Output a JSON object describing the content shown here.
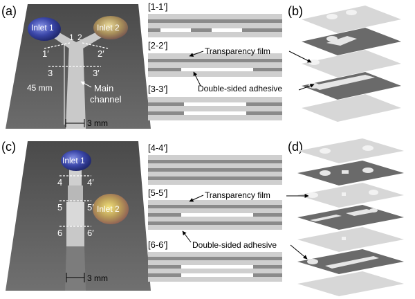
{
  "panel_a": {
    "label": "(a)",
    "inlet1": "Inlet 1",
    "inlet2": "Inlet 2",
    "n1": "1",
    "n2": "2",
    "c1": "1′",
    "c2": "2′",
    "c3": "3",
    "c3p": "3′",
    "length": "45 mm",
    "main1": "Main",
    "main2": "channel",
    "width": "3 mm"
  },
  "panel_b": {
    "label": "(b)"
  },
  "cross_top": {
    "s1": "[1-1′]",
    "s2": "[2-2′]",
    "s3": "[3-3′]",
    "transparency": "Transparency film",
    "adhesive": "Double-sided adhesive"
  },
  "panel_c": {
    "label": "(c)",
    "inlet1": "Inlet 1",
    "inlet2": "Inlet 2",
    "c4": "4",
    "c4p": "4′",
    "c5": "5",
    "c5p": "5′",
    "c6": "6",
    "c6p": "6′",
    "width": "3 mm"
  },
  "panel_d": {
    "label": "(d)"
  },
  "cross_bottom": {
    "s4": "[4-4′]",
    "s5": "[5-5′]",
    "s6": "[6-6′]",
    "transparency": "Transparency film",
    "adhesive": "Double-sided adhesive"
  },
  "colors": {
    "chip_dark": "#555555",
    "chip_light": "#6f6f6f",
    "channel": "#d4d4d4",
    "film": "#c8c8c8",
    "adhesive": "#8a8a8a",
    "inlet_blue": "#3a46a8",
    "inlet_gold": "#b89a58"
  }
}
